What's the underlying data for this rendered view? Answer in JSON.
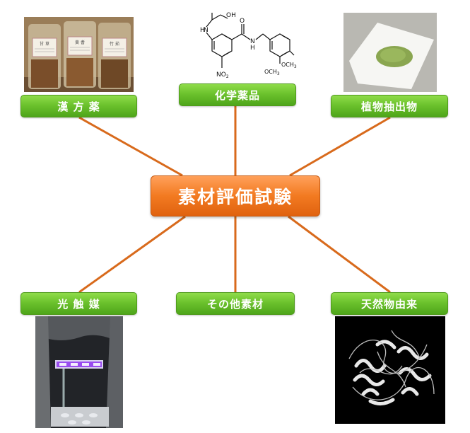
{
  "center": {
    "label": "素材評価試験"
  },
  "nodes": {
    "kampo": {
      "label": "漢 方 薬",
      "jar_labels": [
        "甘 草",
        "黄 耆",
        "竹 茹"
      ]
    },
    "chemical": {
      "label": "化学薬品",
      "formula": {
        "nh": "N",
        "h": "H",
        "oh": "OH",
        "o": "O",
        "n": "N",
        "h2": "H",
        "och3_top": "OCH",
        "och3_bottom": "OCH",
        "sub3": "3",
        "no2": "NO",
        "sub2": "2"
      }
    },
    "plant": {
      "label": "植物抽出物"
    },
    "photocatalyst": {
      "label": "光 触 媒"
    },
    "other": {
      "label": "その他素材"
    },
    "natural": {
      "label": "天然物由来"
    }
  },
  "colors": {
    "connector": "#d86a1c",
    "pill_green": "#6cc22d",
    "center_orange": "#f27a21"
  }
}
